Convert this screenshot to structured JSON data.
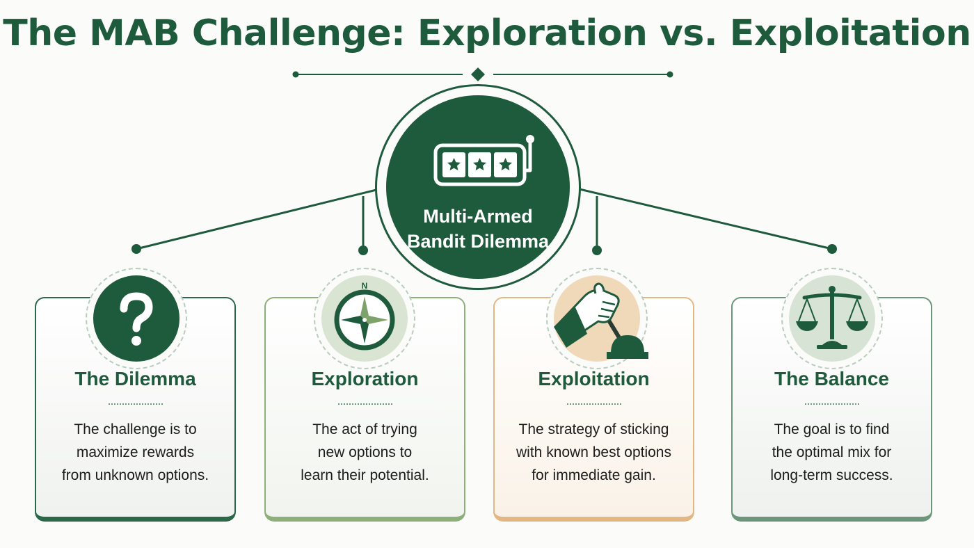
{
  "title": "The MAB Challenge: Exploration vs. Exploitation",
  "hub": {
    "label_line1": "Multi-Armed",
    "label_line2": "Bandit Dilemma",
    "icon": "slot-machine-icon"
  },
  "cards": [
    {
      "title": "The Dilemma",
      "icon": "question-mark-icon",
      "desc_line1": "The challenge is to",
      "desc_line2": "maximize rewards",
      "desc_line3": "from unknown options.",
      "accent": "#1e5a3c"
    },
    {
      "title": "Exploration",
      "icon": "compass-icon",
      "compass_letter": "N",
      "desc_line1": "The act of trying",
      "desc_line2": "new options to",
      "desc_line3": "learn their potential.",
      "accent": "#7ea36a"
    },
    {
      "title": "Exploitation",
      "icon": "lever-hand-icon",
      "desc_line1": "The strategy of sticking",
      "desc_line2": "with known best options",
      "desc_line3": "for immediate gain.",
      "accent": "#e0b27e"
    },
    {
      "title": "The Balance",
      "icon": "balance-scale-icon",
      "desc_line1": "The goal is to find",
      "desc_line2": "the optimal mix for",
      "desc_line3": "long-term success.",
      "accent": "#5e8a6c"
    }
  ]
}
